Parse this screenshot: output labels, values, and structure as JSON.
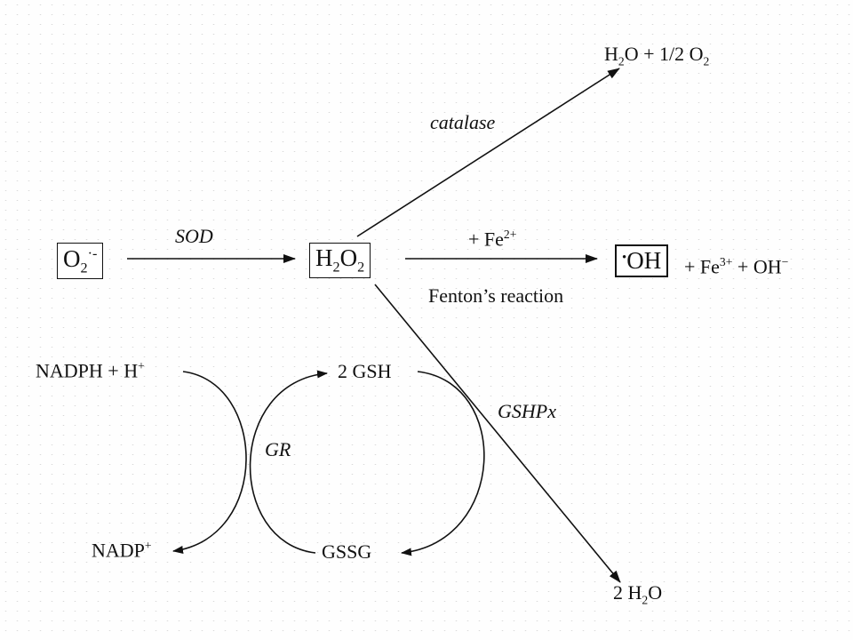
{
  "species": {
    "superoxide": {
      "main": "O",
      "sub": "2",
      "sup": "·-"
    },
    "peroxide": {
      "main1": "H",
      "sub1": "2",
      "main2": "O",
      "sub2": "2"
    },
    "hydroxyl": {
      "dot": "•",
      "main": "OH"
    }
  },
  "labels": {
    "sod": "SOD",
    "catalase": "catalase",
    "fe2_plus": "+ Fe",
    "fe2_sup": "2+",
    "fenton": "Fenton’s reaction",
    "fenton_products": {
      "plus1": "+ Fe",
      "fe3_sup": "3+",
      "plus2": " + OH",
      "oh_sup": "−"
    },
    "catalase_product": {
      "h": "H",
      "h_sub": "2",
      "o": "O + 1/2 O",
      "o_sub": "2"
    },
    "gshpx": "GSHPx",
    "water_product": {
      "pre": "2 H",
      "sub": "2",
      "post": "O"
    },
    "nadph": {
      "text": "NADPH + H",
      "sup": "+"
    },
    "nadp": {
      "text": "NADP",
      "sup": "+"
    },
    "gsh": "2 GSH",
    "gssg": "GSSG",
    "gr": "GR"
  },
  "colors": {
    "ink": "#111111",
    "paper": "#fefefe"
  }
}
